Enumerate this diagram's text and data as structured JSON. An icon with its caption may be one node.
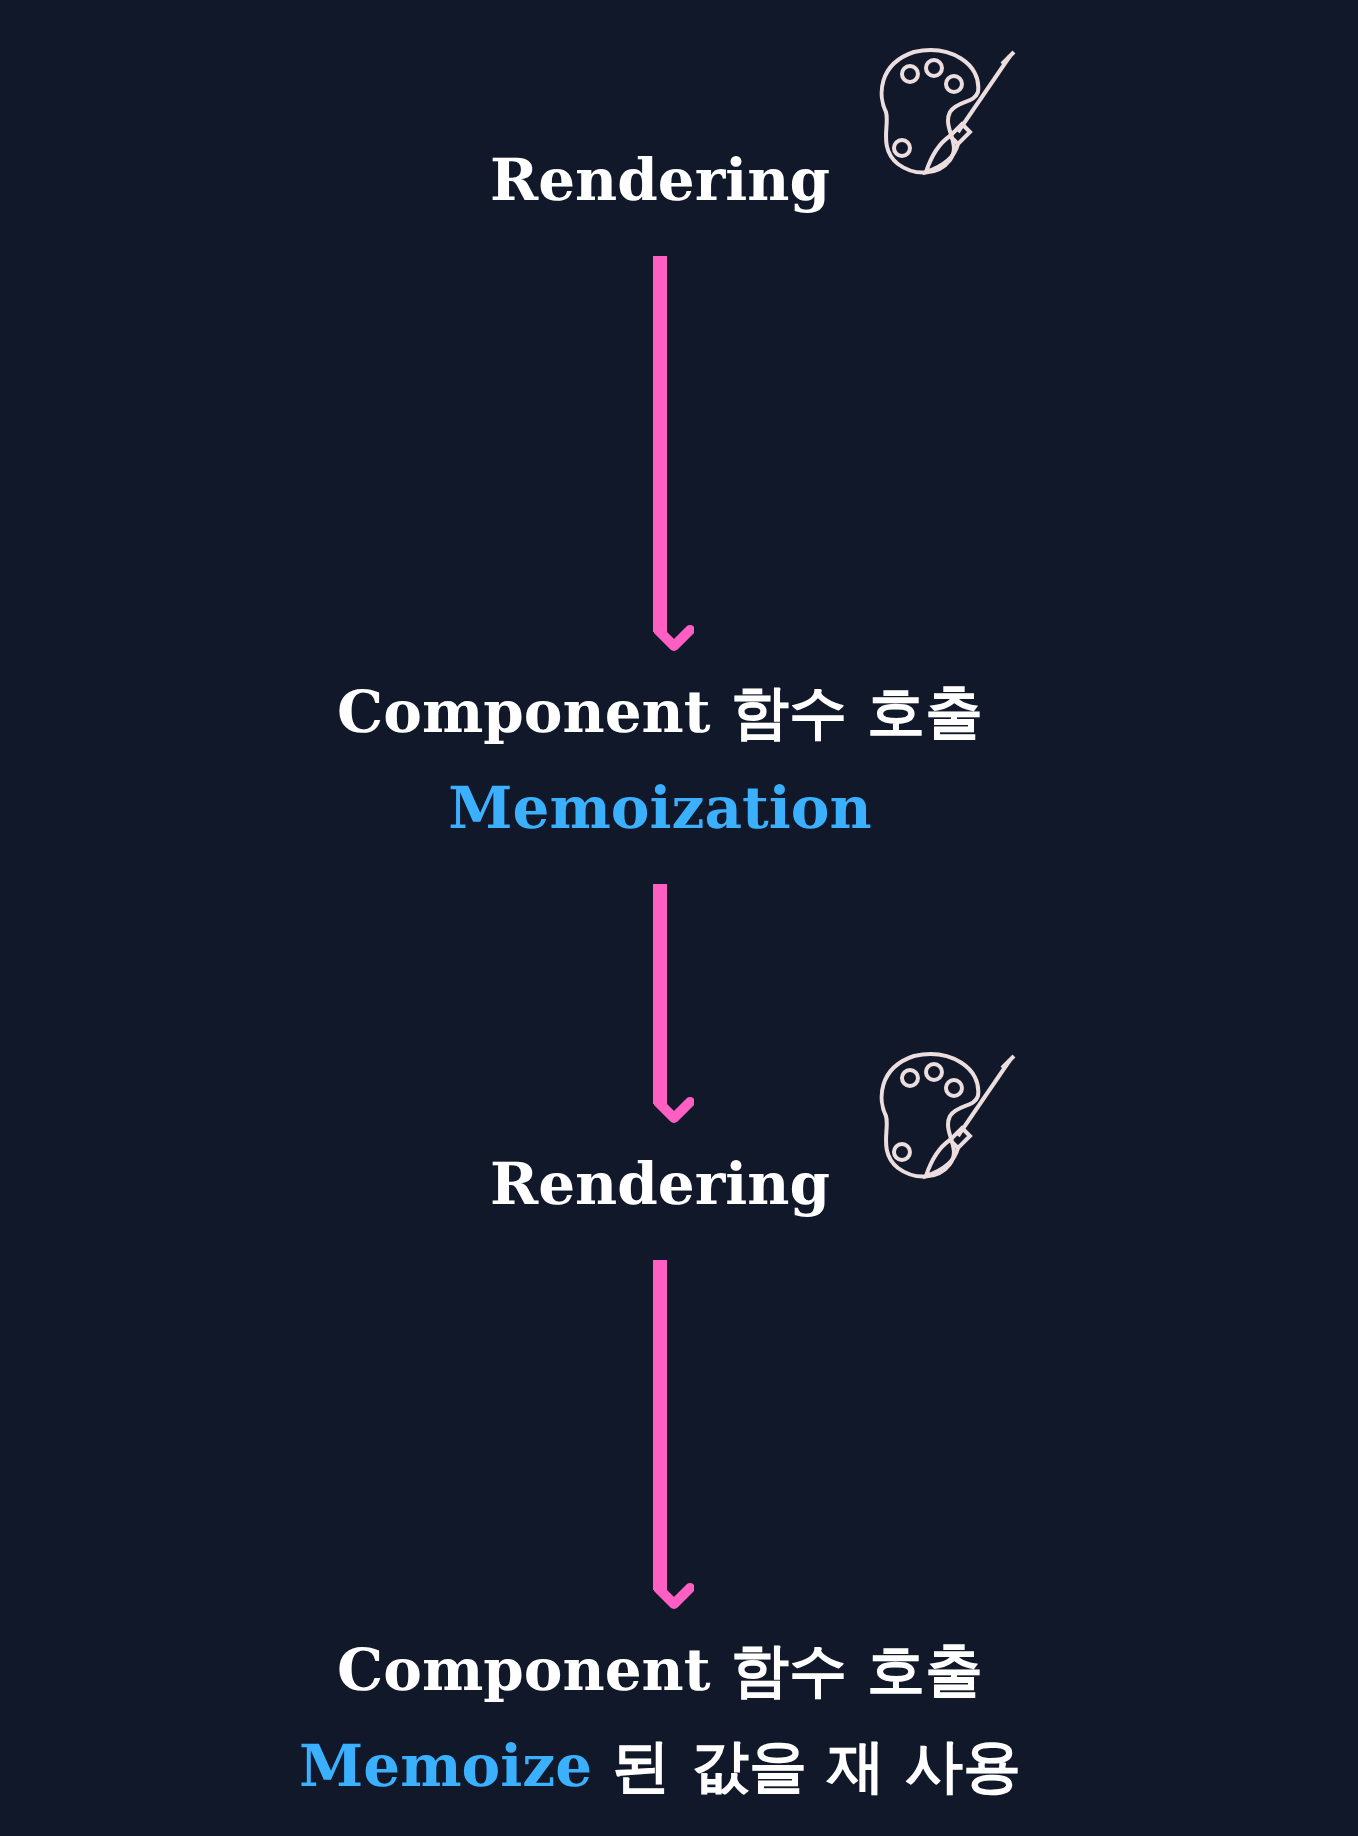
{
  "diagram": {
    "nodes": [
      {
        "text": [
          "Rendering"
        ]
      },
      {
        "text": [
          "Component 함수 호출",
          "Memoization"
        ]
      },
      {
        "text": [
          "Rendering"
        ]
      },
      {
        "text": [
          "Component 함수 호출",
          "**Memoize** 된 값을 재 사용"
        ]
      }
    ],
    "edges": [
      {
        "from": 0,
        "to": 1,
        "arrow": "to"
      },
      {
        "from": 1,
        "to": 2,
        "arrow": "to"
      },
      {
        "from": 2,
        "to": 3,
        "arrow": "to"
      }
    ]
  }
}
